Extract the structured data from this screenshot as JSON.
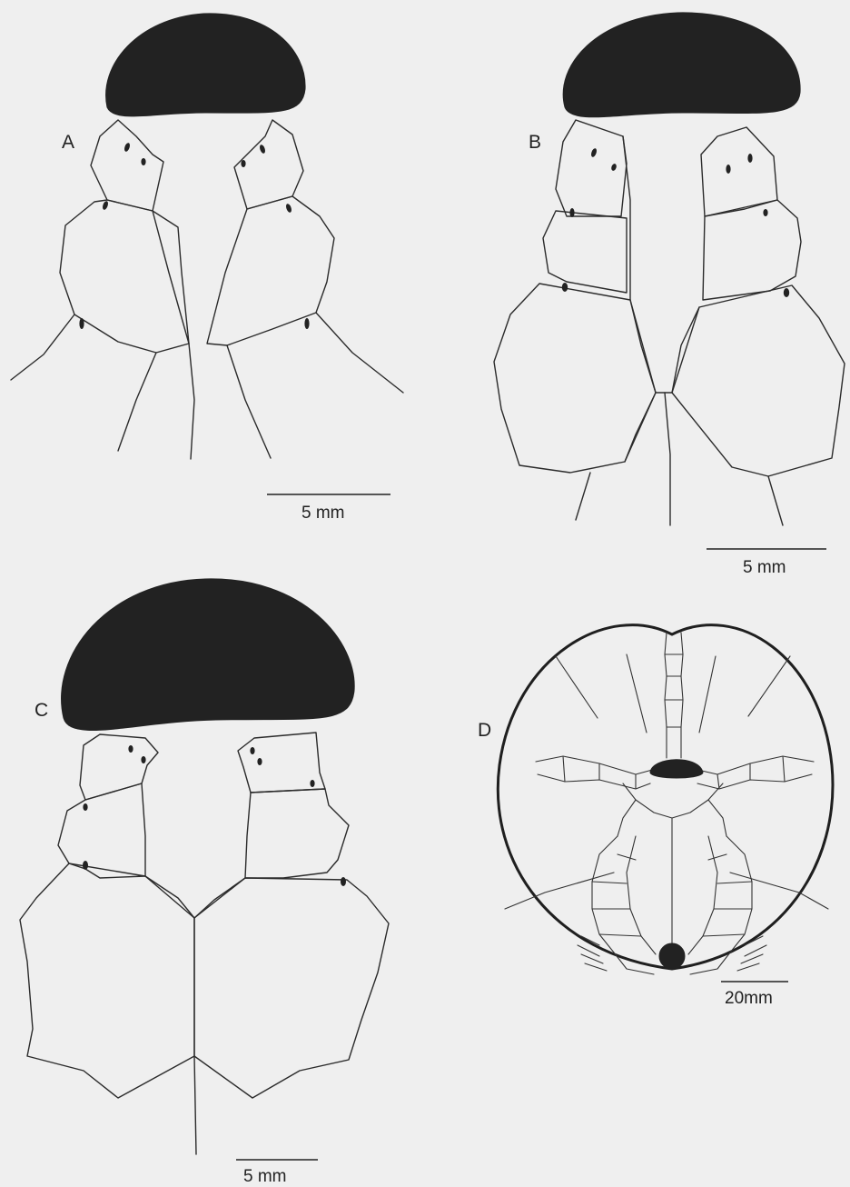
{
  "panels": [
    {
      "id": "A",
      "label": "A",
      "scale": "5 mm"
    },
    {
      "id": "B",
      "label": "B",
      "scale": "5 mm"
    },
    {
      "id": "C",
      "label": "C",
      "scale": "5 mm"
    },
    {
      "id": "D",
      "label": "D",
      "scale": "20mm"
    }
  ],
  "colors": {
    "background": "#efefef",
    "ink": "#222222"
  }
}
